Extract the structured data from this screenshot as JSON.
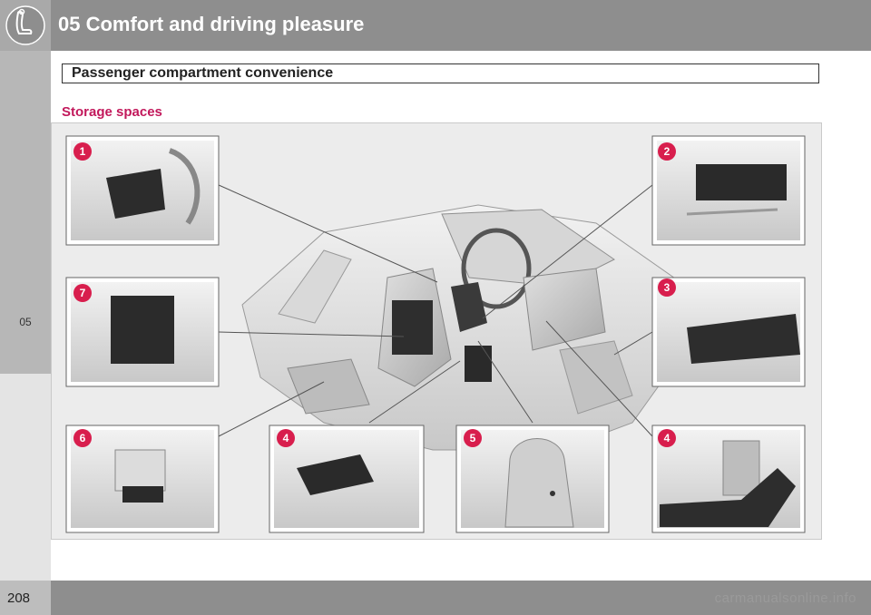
{
  "header": {
    "chapter_title": "05 Comfort and driving pleasure"
  },
  "sidebar": {
    "chapter_number": "05"
  },
  "section": {
    "title": "Passenger compartment convenience"
  },
  "subsection": {
    "title": "Storage spaces"
  },
  "figure": {
    "callouts": [
      "1",
      "2",
      "7",
      "3",
      "6",
      "4",
      "5",
      "4"
    ],
    "accent_color": "#d81e4d"
  },
  "footer": {
    "page_number": "208",
    "watermark": "carmanualsonline.info"
  }
}
